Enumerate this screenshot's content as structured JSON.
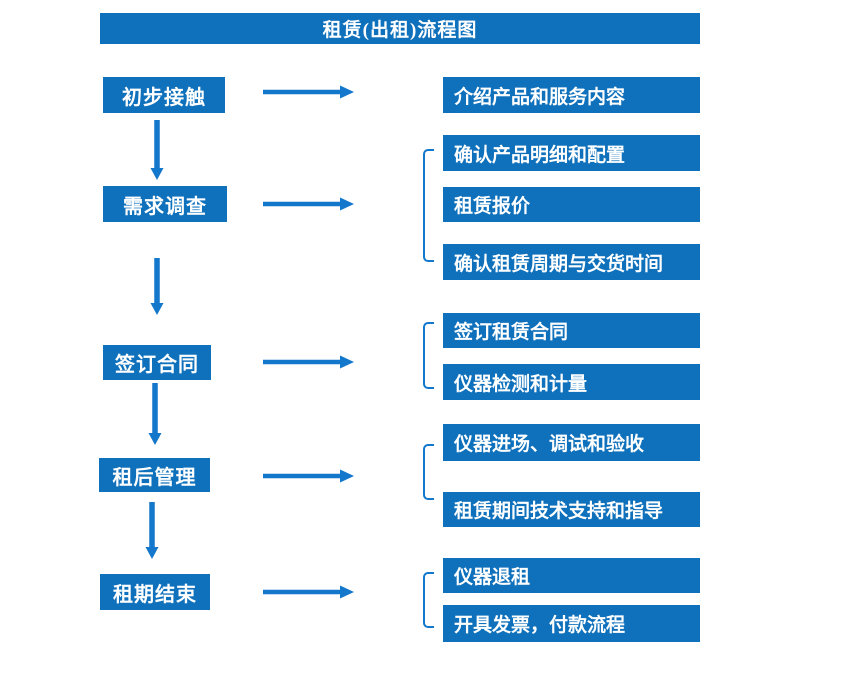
{
  "title": "租赁(出租)流程图",
  "colors": {
    "primary": "#0F70BB",
    "arrow": "#1377CB",
    "text_on_primary": "#FFFFFF",
    "background": "#FFFFFF"
  },
  "steps": [
    {
      "label": "初步接触",
      "details": [
        "介绍产品和服务内容"
      ]
    },
    {
      "label": "需求调查",
      "details": [
        "确认产品明细和配置",
        "租赁报价",
        "确认租赁周期与交货时间"
      ]
    },
    {
      "label": "签订合同",
      "details": [
        "签订租赁合同",
        "仪器检测和计量"
      ]
    },
    {
      "label": "租后管理",
      "details": [
        "仪器进场、调试和验收",
        "租赁期间技术支持和指导"
      ]
    },
    {
      "label": "租期结束",
      "details": [
        "仪器退租",
        "开具发票，付款流程"
      ]
    }
  ]
}
